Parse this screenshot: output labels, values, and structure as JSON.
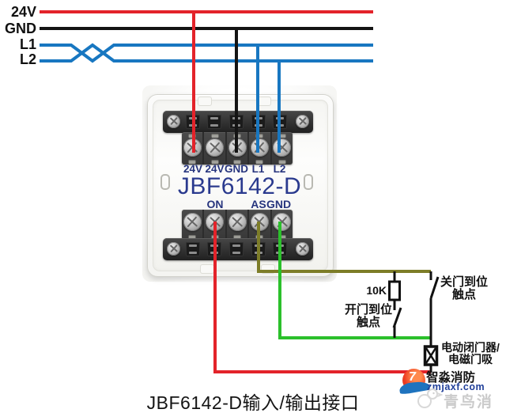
{
  "bus": {
    "labels": [
      "24V",
      "GND",
      "L1",
      "L2"
    ]
  },
  "module": {
    "title": "JBF6142-D",
    "top_terminals": [
      "24V",
      "24V",
      "GND",
      "L1",
      "L2"
    ],
    "bottom_terminals": {
      "on": "ON",
      "as": "AS",
      "gnd": "GND"
    }
  },
  "circuit": {
    "resistor_label": "10K",
    "door_open_contact_line1": "开门到位",
    "door_open_contact_line2": "触点",
    "door_close_contact_line1": "关门到位",
    "door_close_contact_line2": "触点",
    "closer_device_line1": "电动闭门器/",
    "closer_device_line2": "电磁门吸"
  },
  "caption": "JBF6142-D输入/输出接口",
  "watermarks": {
    "zm_logo_glyph": "7",
    "zm_name": "智淼消防",
    "zm_site": "zmjaxf.com",
    "qn_name": "青鸟消防"
  },
  "colors": {
    "wire_24v": "#e3232a",
    "wire_gnd": "#141414",
    "wire_signal_blue": "#1877c1",
    "wire_as_olive": "#7d7d28",
    "wire_gnd_out_green": "#2bc02b",
    "terminal_label_navy": "#27357e",
    "watermark_gray": "#cbcbcb",
    "zm_site_blue": "#21409a"
  }
}
